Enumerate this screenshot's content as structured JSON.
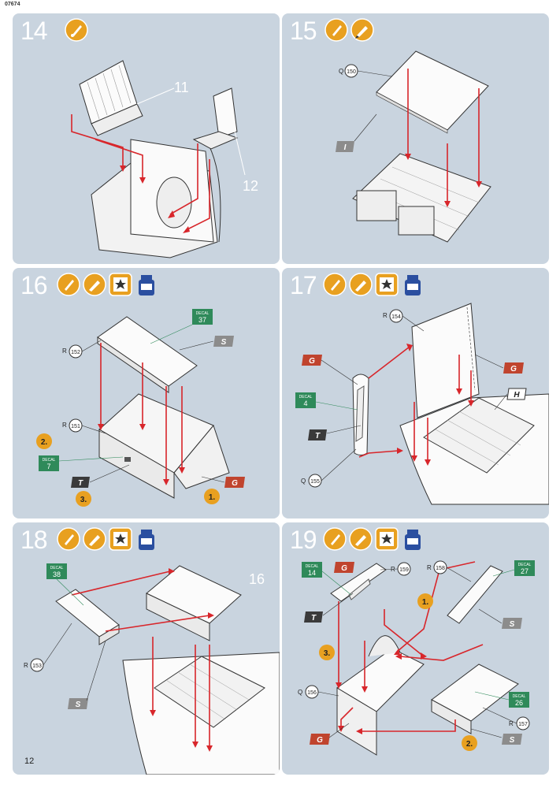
{
  "page": {
    "code": "07674",
    "page_number": "12"
  },
  "colors": {
    "panel": "#c9d4df",
    "arrow": "#d8262b",
    "badge_red": "#c0442e",
    "badge_gray": "#8c8c8c",
    "badge_dark": "#3a3a3a",
    "decal_green": "#2f8a5a",
    "paint_orange": "#e8a020"
  },
  "steps": [
    {
      "num": "14",
      "icons": [
        "glue-icon"
      ],
      "labels": {
        "a": "11",
        "b": "12"
      }
    },
    {
      "num": "15",
      "icons": [
        "glue-icon",
        "paint-brush-icon"
      ],
      "part": {
        "prefix": "Q",
        "num": "150"
      },
      "paint": "I"
    },
    {
      "num": "16",
      "icons": [
        "glue-icon",
        "paint-brush-icon",
        "star-decal-icon",
        "decal-soft-bottle-icon"
      ],
      "parts": [
        {
          "prefix": "R",
          "num": "152"
        },
        {
          "prefix": "R",
          "num": "151"
        }
      ],
      "decals": [
        {
          "label": "DECAL",
          "num": "37"
        },
        {
          "label": "DECAL",
          "num": "7"
        }
      ],
      "paints": [
        "S",
        "T",
        "G"
      ],
      "order": [
        "2.",
        "3.",
        "1."
      ]
    },
    {
      "num": "17",
      "icons": [
        "glue-icon",
        "paint-brush-icon",
        "star-decal-icon",
        "decal-soft-bottle-icon"
      ],
      "parts": [
        {
          "prefix": "R",
          "num": "154"
        },
        {
          "prefix": "Q",
          "num": "155"
        }
      ],
      "decals": [
        {
          "label": "DECAL",
          "num": "4"
        }
      ],
      "paints": [
        "G",
        "G",
        "H",
        "T"
      ]
    },
    {
      "num": "18",
      "icons": [
        "glue-icon",
        "paint-brush-icon",
        "star-decal-icon",
        "decal-soft-bottle-icon"
      ],
      "parts": [
        {
          "prefix": "R",
          "num": "153"
        }
      ],
      "decals": [
        {
          "label": "DECAL",
          "num": "38"
        }
      ],
      "paints": [
        "S"
      ],
      "ref": "16"
    },
    {
      "num": "19",
      "icons": [
        "glue-icon",
        "paint-brush-icon",
        "star-decal-icon",
        "decal-soft-bottle-icon"
      ],
      "parts": [
        {
          "prefix": "R",
          "num": "159"
        },
        {
          "prefix": "R",
          "num": "158"
        },
        {
          "prefix": "Q",
          "num": "156"
        },
        {
          "prefix": "R",
          "num": "157"
        }
      ],
      "decals": [
        {
          "label": "DECAL",
          "num": "14"
        },
        {
          "label": "DECAL",
          "num": "27"
        },
        {
          "label": "DECAL",
          "num": "26"
        }
      ],
      "paints": [
        "G",
        "T",
        "S",
        "G",
        "S"
      ],
      "order": [
        "1.",
        "3.",
        "2."
      ]
    }
  ]
}
